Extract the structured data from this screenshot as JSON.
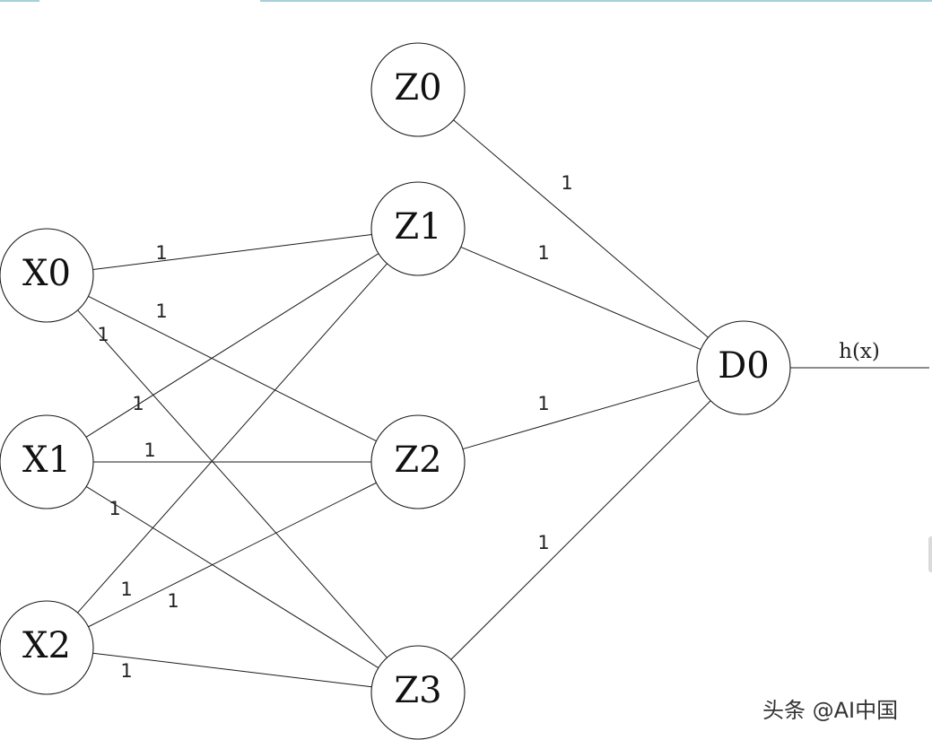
{
  "diagram": {
    "nodes": [
      {
        "id": "X0",
        "label": "X0",
        "layer": "input"
      },
      {
        "id": "X1",
        "label": "X1",
        "layer": "input"
      },
      {
        "id": "X2",
        "label": "X2",
        "layer": "input"
      },
      {
        "id": "Z0",
        "label": "Z0",
        "layer": "hidden"
      },
      {
        "id": "Z1",
        "label": "Z1",
        "layer": "hidden"
      },
      {
        "id": "Z2",
        "label": "Z2",
        "layer": "hidden"
      },
      {
        "id": "Z3",
        "label": "Z3",
        "layer": "hidden"
      },
      {
        "id": "D0",
        "label": "D0",
        "layer": "output"
      }
    ],
    "edges": [
      {
        "from": "X0",
        "to": "Z1",
        "label": "1"
      },
      {
        "from": "X0",
        "to": "Z2",
        "label": "1"
      },
      {
        "from": "X0",
        "to": "Z3",
        "label": "1"
      },
      {
        "from": "X1",
        "to": "Z1",
        "label": "1"
      },
      {
        "from": "X1",
        "to": "Z2",
        "label": "1"
      },
      {
        "from": "X1",
        "to": "Z3",
        "label": "1"
      },
      {
        "from": "X2",
        "to": "Z1",
        "label": "1"
      },
      {
        "from": "X2",
        "to": "Z2",
        "label": "1"
      },
      {
        "from": "X2",
        "to": "Z3",
        "label": "1"
      },
      {
        "from": "Z0",
        "to": "D0",
        "label": "1"
      },
      {
        "from": "Z1",
        "to": "D0",
        "label": "1"
      },
      {
        "from": "Z2",
        "to": "D0",
        "label": "1"
      },
      {
        "from": "Z3",
        "to": "D0",
        "label": "1"
      }
    ],
    "output": {
      "from": "D0",
      "label": "h(x)"
    }
  },
  "watermark": "头条 @AI中国"
}
